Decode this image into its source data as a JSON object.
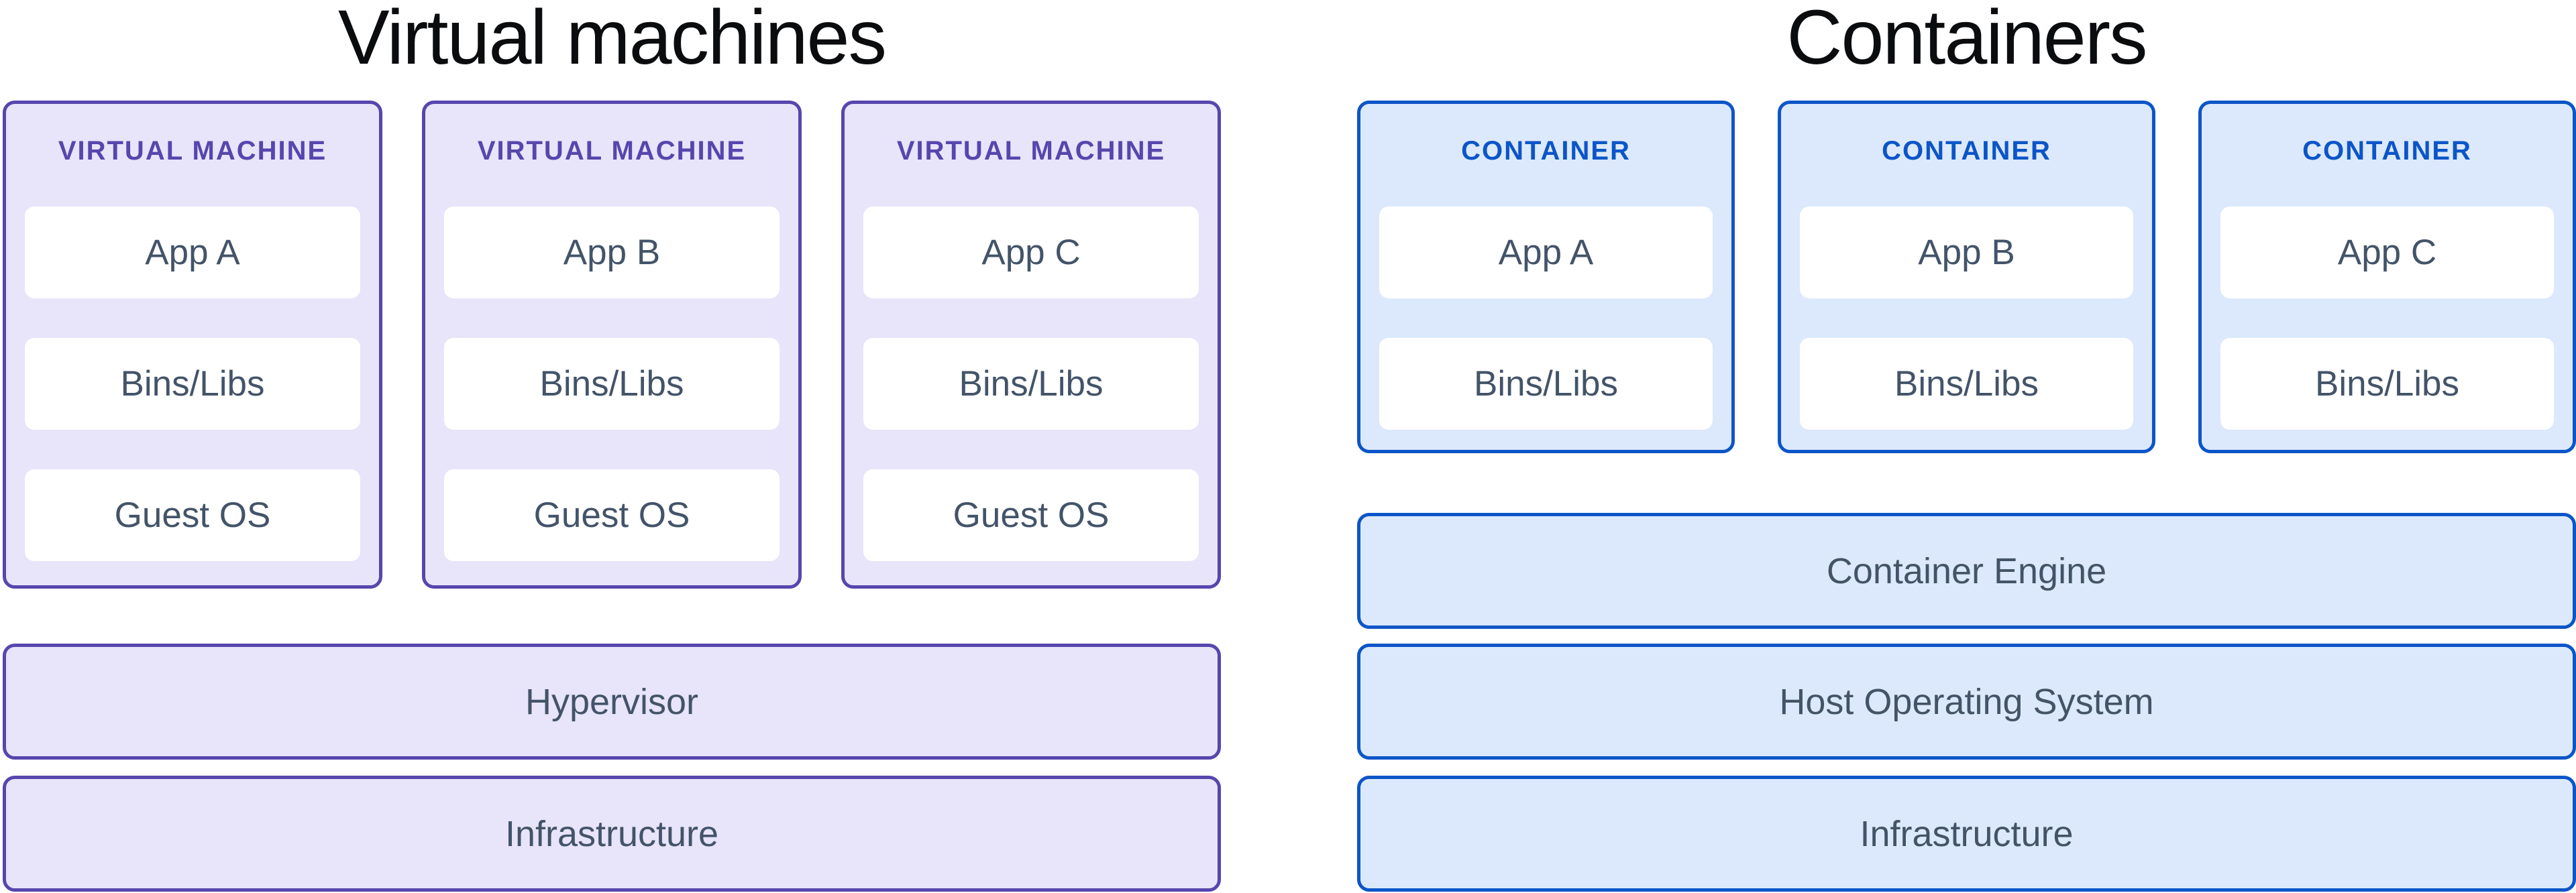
{
  "colors": {
    "purple_border": "#5646AD",
    "purple_fill": "#E8E4F9",
    "purple_label": "#5646AD",
    "blue_border": "#0C55C8",
    "blue_fill": "#DCE9FC",
    "blue_label": "#0C55C8",
    "inner_box_bg": "#FFFFFF",
    "body_text": "#435469",
    "title_color": "#0B0C0E",
    "background": "#FFFFFF"
  },
  "left": {
    "title": "Virtual machines",
    "cards": [
      {
        "label": "VIRTUAL MACHINE",
        "boxes": [
          "App A",
          "Bins/Libs",
          "Guest OS"
        ]
      },
      {
        "label": "VIRTUAL MACHINE",
        "boxes": [
          "App B",
          "Bins/Libs",
          "Guest OS"
        ]
      },
      {
        "label": "VIRTUAL MACHINE",
        "boxes": [
          "App C",
          "Bins/Libs",
          "Guest OS"
        ]
      }
    ],
    "rows": [
      "Hypervisor",
      "Infrastructure"
    ]
  },
  "right": {
    "title": "Containers",
    "cards": [
      {
        "label": "CONTAINER",
        "boxes": [
          "App A",
          "Bins/Libs"
        ]
      },
      {
        "label": "CONTAINER",
        "boxes": [
          "App B",
          "Bins/Libs"
        ]
      },
      {
        "label": "CONTAINER",
        "boxes": [
          "App C",
          "Bins/Libs"
        ]
      }
    ],
    "rows": [
      "Container Engine",
      "Host Operating System",
      "Infrastructure"
    ]
  }
}
